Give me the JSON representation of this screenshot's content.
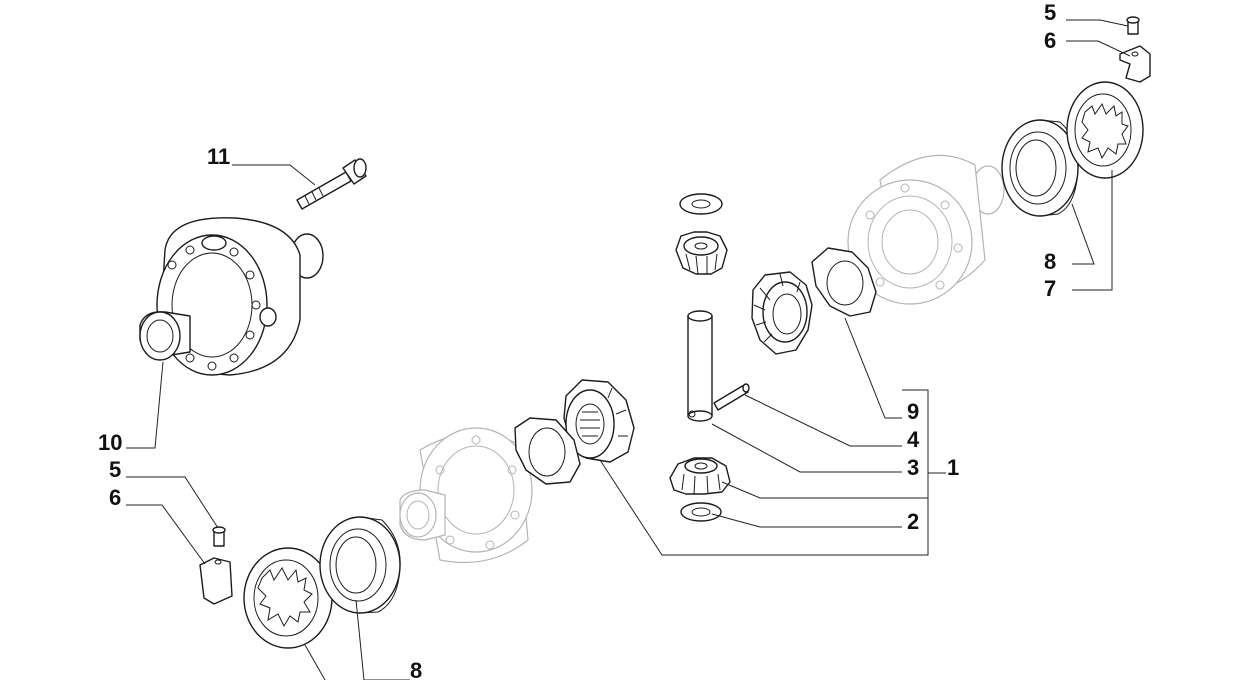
{
  "diagram": {
    "callouts": {
      "part_5_top": "5",
      "part_6_top": "6",
      "part_11": "11",
      "part_8_right": "8",
      "part_7": "7",
      "part_9": "9",
      "part_4": "4",
      "part_3": "3",
      "part_1": "1",
      "part_2": "2",
      "part_10": "10",
      "part_5_left": "5",
      "part_6_left": "6",
      "part_8_bottom": "8"
    }
  }
}
